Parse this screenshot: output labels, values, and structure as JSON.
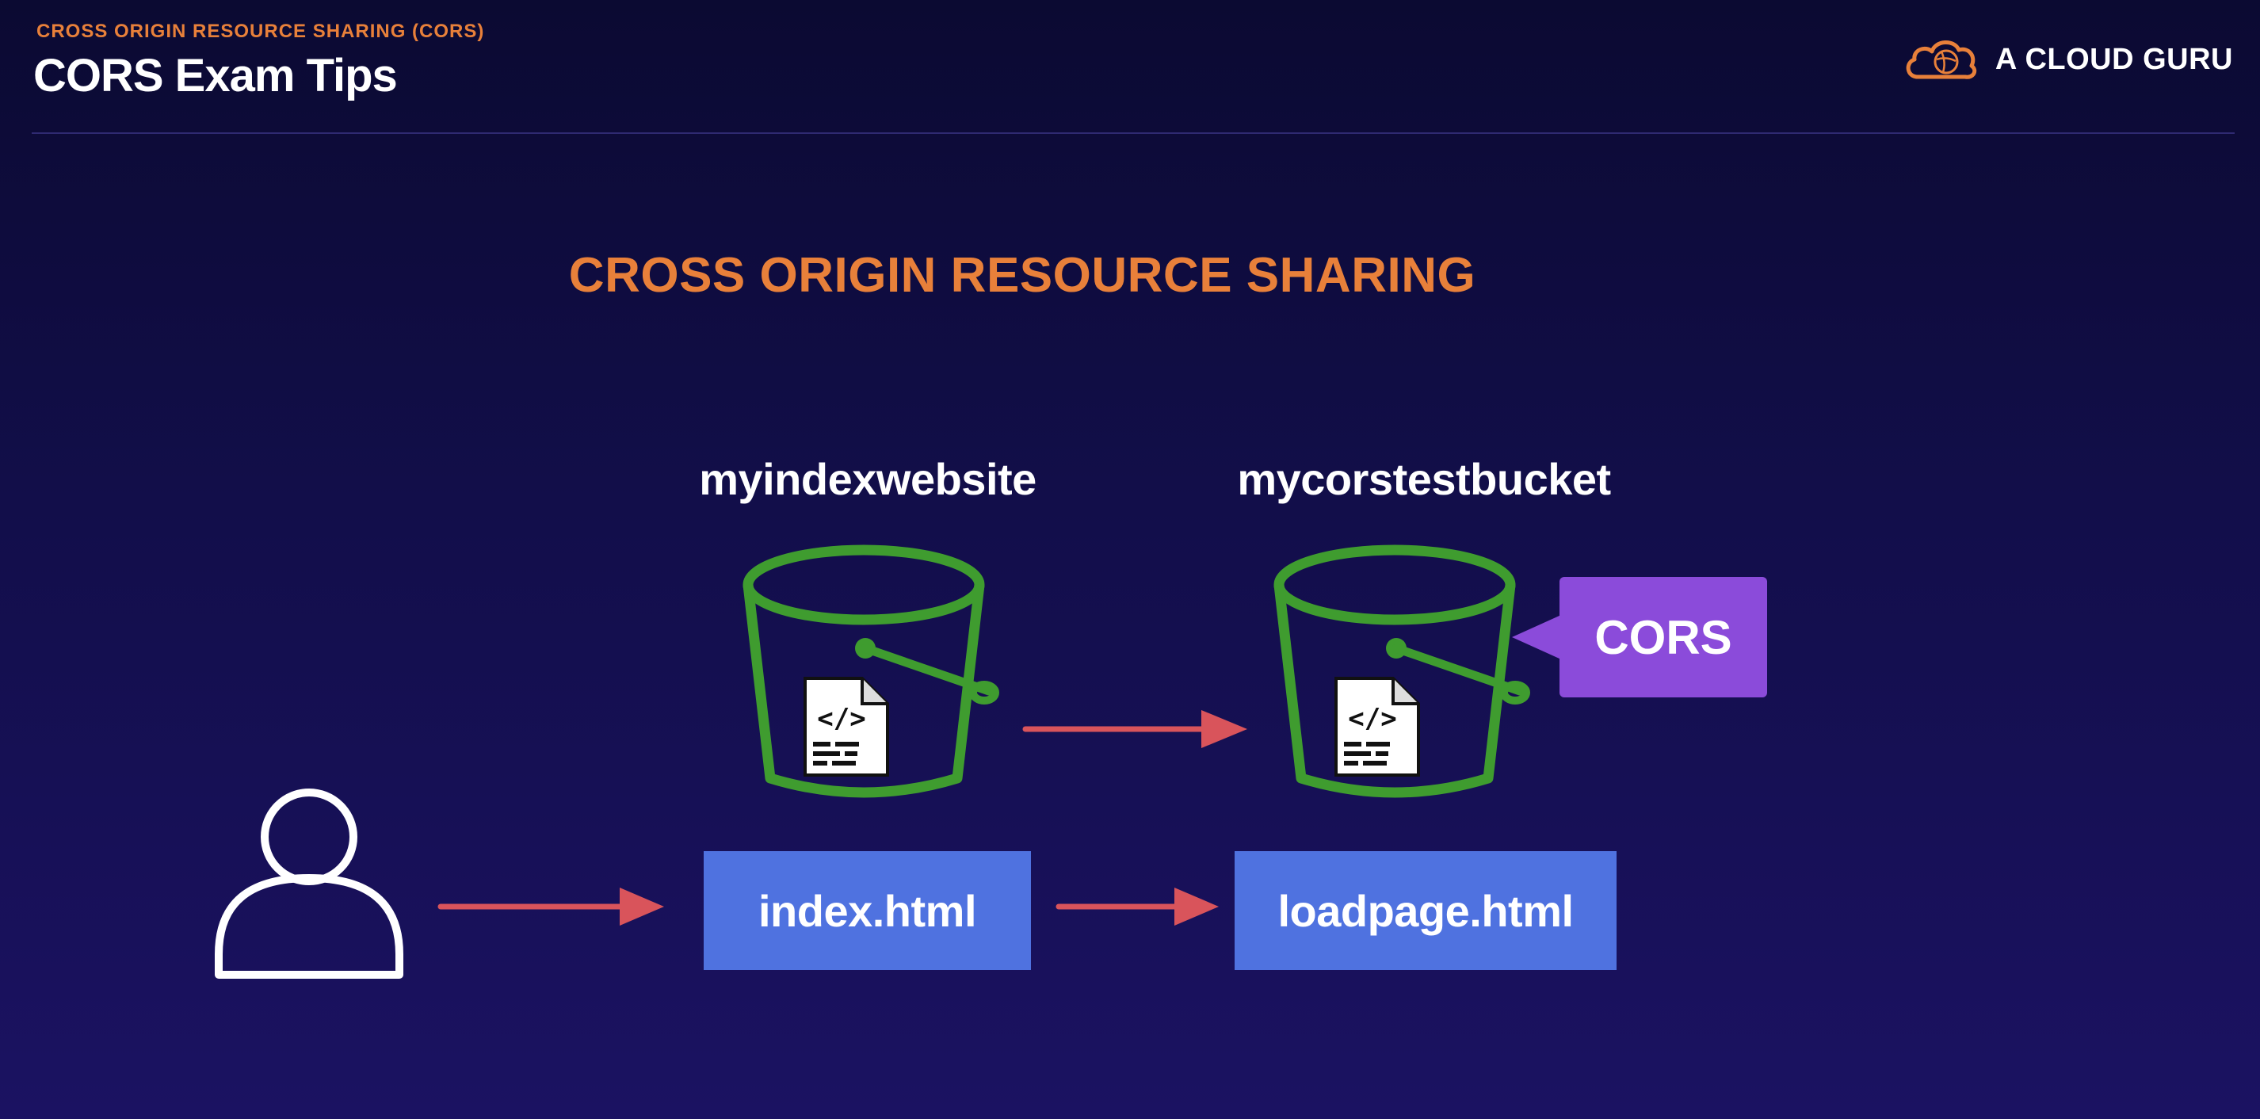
{
  "header": {
    "kicker": "CROSS ORIGIN RESOURCE SHARING (CORS)",
    "title": "CORS Exam Tips",
    "brand": "A CLOUD GURU"
  },
  "diagram": {
    "title": "CROSS ORIGIN RESOURCE SHARING",
    "buckets": [
      {
        "name": "myindexwebsite",
        "file": "index.html",
        "file_icon_glyph": "</>"
      },
      {
        "name": "mycorstestbucket",
        "file": "loadpage.html",
        "file_icon_glyph": "</>"
      }
    ],
    "cors_tag": "CORS",
    "icons": [
      "user-icon",
      "bucket-icon",
      "code-file-icon",
      "arrow-icon",
      "cloud-logo-icon"
    ]
  },
  "colors": {
    "accent_orange": "#e8803a",
    "bucket_green": "#3f9c2f",
    "file_box_blue": "#4f72e0",
    "cors_purple": "#8b4bda",
    "arrow_red": "#d9545b",
    "background": "#120e4a"
  }
}
